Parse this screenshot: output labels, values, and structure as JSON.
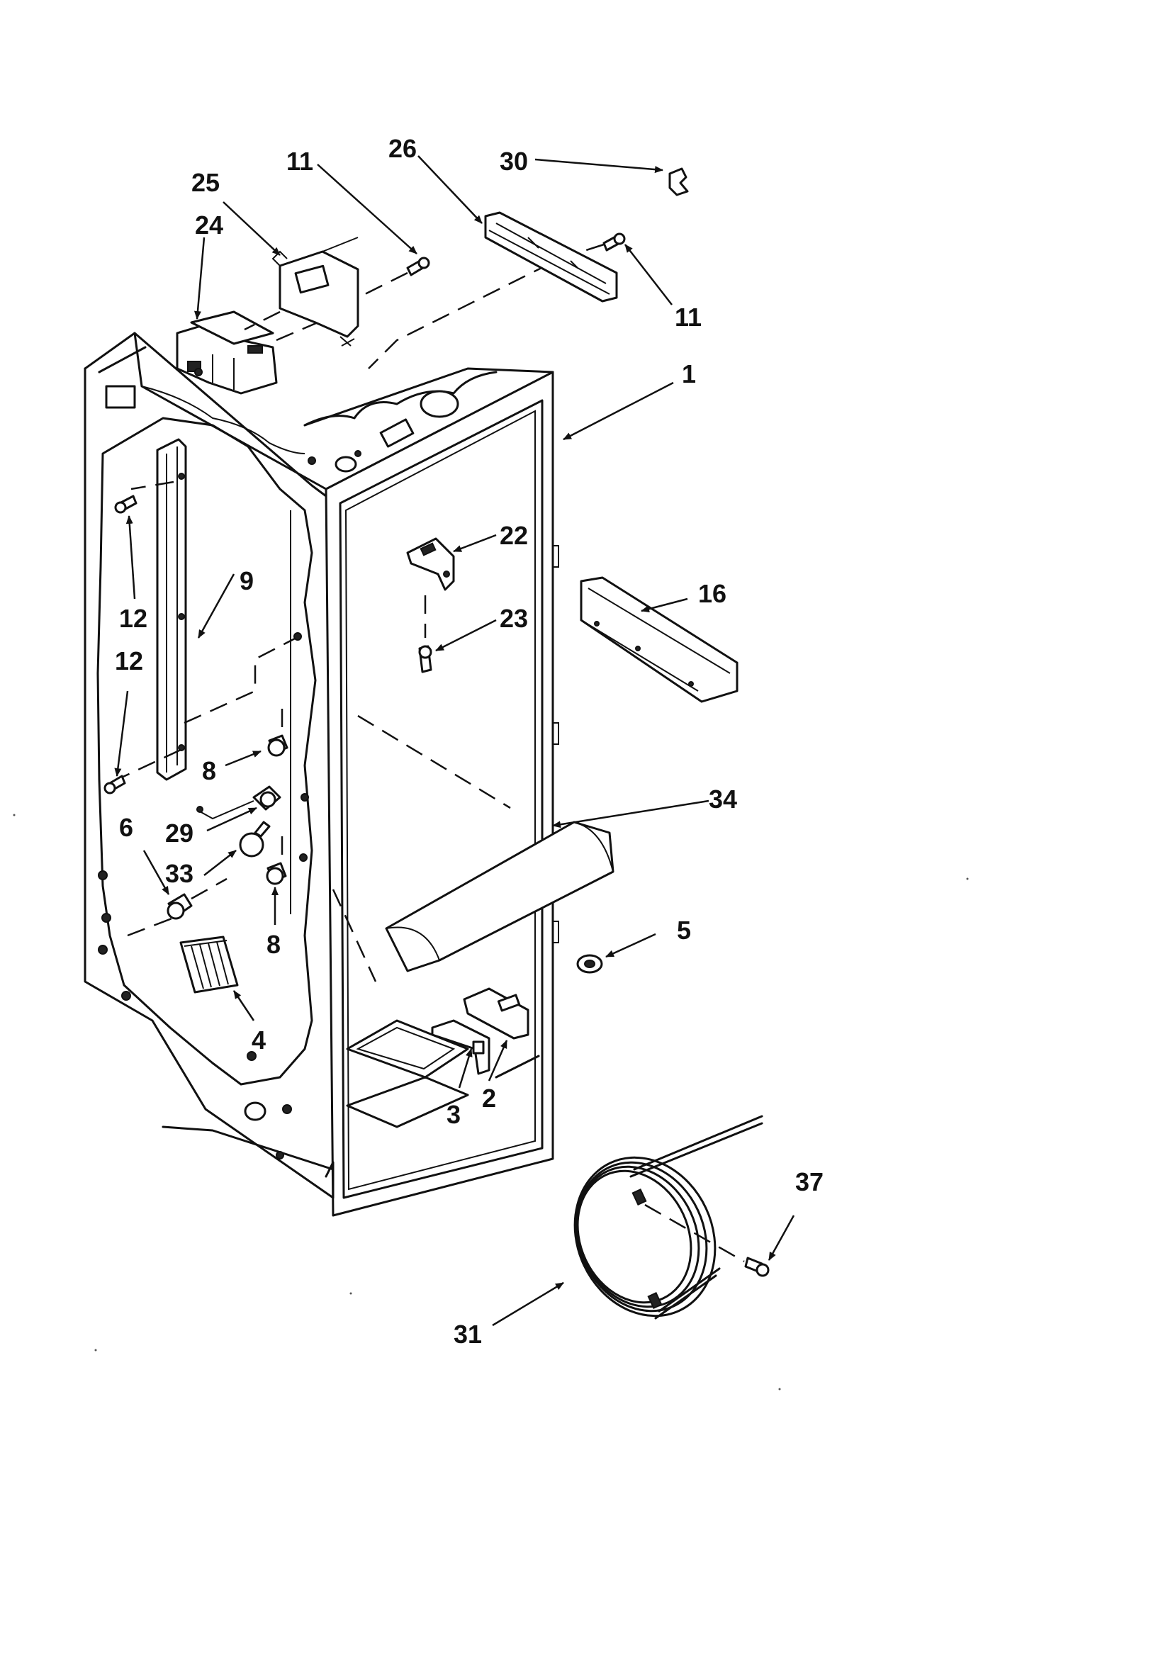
{
  "diagram": {
    "callouts": {
      "c1": "1",
      "c2": "2",
      "c3": "3",
      "c4": "4",
      "c5": "5",
      "c6": "6",
      "c8a": "8",
      "c8b": "8",
      "c9": "9",
      "c11a": "11",
      "c11b": "11",
      "c12a": "12",
      "c12b": "12",
      "c16": "16",
      "c22": "22",
      "c23": "23",
      "c24": "24",
      "c25": "25",
      "c26": "26",
      "c29": "29",
      "c30": "30",
      "c31": "31",
      "c33": "33",
      "c34": "34",
      "c37": "37"
    }
  }
}
